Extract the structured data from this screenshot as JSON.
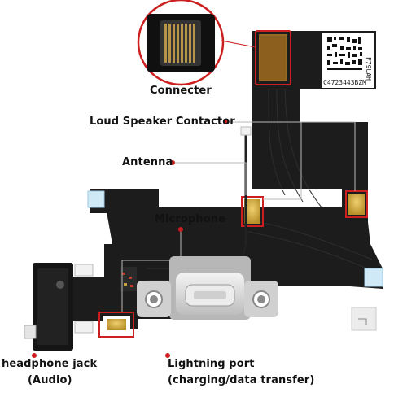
{
  "diagram": {
    "labels": {
      "connecter": "Connecter",
      "loud_speaker": "Loud Speaker Contactor",
      "antenna": "Antenna",
      "microphone": "Microphone",
      "headphone_line1": "headphone jack",
      "headphone_line2": "(Audio)",
      "lightning_line1": "Lightning port",
      "lightning_line2": "(charging/data transfer)"
    },
    "sticker": {
      "code_side": "F79UAH",
      "code_bottom": "C4723443BZM"
    },
    "colors": {
      "flex_cable": "#1c1c1c",
      "highlight_red": "#cc1f1f",
      "gold_contact": "#c8a23a",
      "connector_shell": "#d8d8d8",
      "leader_line": "#b8b8b8"
    }
  }
}
